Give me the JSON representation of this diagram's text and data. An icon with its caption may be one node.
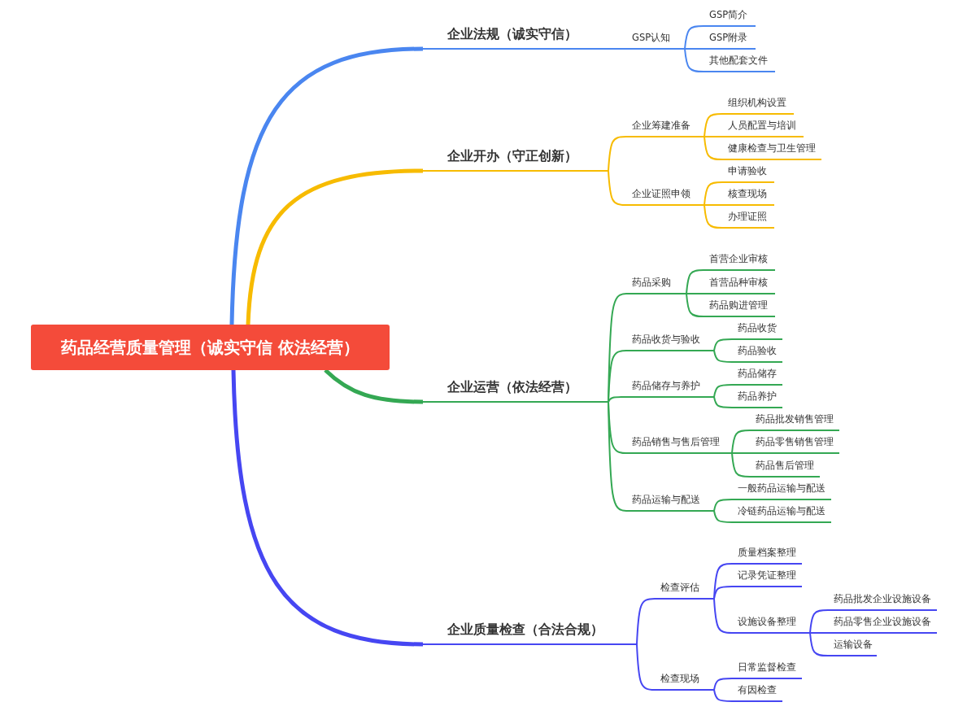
{
  "diagram": {
    "nodes": [
      {
        "text": [
          "药品经营质量管理（诚实守信  依法经营）"
        ]
      },
      {
        "text": [
          "企业法规（诚实守信）"
        ]
      },
      {
        "text": [
          "GSP认知"
        ]
      },
      {
        "text": [
          "GSP简介"
        ]
      },
      {
        "text": [
          "GSP附录"
        ]
      },
      {
        "text": [
          "其他配套文件"
        ]
      },
      {
        "text": [
          "企业开办（守正创新）"
        ]
      },
      {
        "text": [
          "企业筹建准备"
        ]
      },
      {
        "text": [
          "组织机构设置"
        ]
      },
      {
        "text": [
          "人员配置与培训"
        ]
      },
      {
        "text": [
          "健康检查与卫生管理"
        ]
      },
      {
        "text": [
          "企业证照申领"
        ]
      },
      {
        "text": [
          "申请验收"
        ]
      },
      {
        "text": [
          "核查现场"
        ]
      },
      {
        "text": [
          "办理证照"
        ]
      },
      {
        "text": [
          "企业运营（依法经营）"
        ]
      },
      {
        "text": [
          "药品采购"
        ]
      },
      {
        "text": [
          "首营企业审核"
        ]
      },
      {
        "text": [
          "首营品种审核"
        ]
      },
      {
        "text": [
          "药品购进管理"
        ]
      },
      {
        "text": [
          "药品收货与验收"
        ]
      },
      {
        "text": [
          "药品收货"
        ]
      },
      {
        "text": [
          "药品验收"
        ]
      },
      {
        "text": [
          "药品储存与养护"
        ]
      },
      {
        "text": [
          "药品储存"
        ]
      },
      {
        "text": [
          "药品养护"
        ]
      },
      {
        "text": [
          "药品销售与售后管理"
        ]
      },
      {
        "text": [
          "药品批发销售管理"
        ]
      },
      {
        "text": [
          "药品零售销售管理"
        ]
      },
      {
        "text": [
          "药品售后管理"
        ]
      },
      {
        "text": [
          "药品运输与配送"
        ]
      },
      {
        "text": [
          "一般药品运输与配送"
        ]
      },
      {
        "text": [
          "冷链药品运输与配送"
        ]
      },
      {
        "text": [
          "企业质量检查（合法合规）"
        ]
      },
      {
        "text": [
          "检查评估"
        ]
      },
      {
        "text": [
          "质量档案整理"
        ]
      },
      {
        "text": [
          "记录凭证整理"
        ]
      },
      {
        "text": [
          "设施设备整理"
        ]
      },
      {
        "text": [
          "药品批发企业设施设备"
        ]
      },
      {
        "text": [
          "药品零售企业设施设备"
        ]
      },
      {
        "text": [
          "运输设备"
        ]
      },
      {
        "text": [
          "检查现场"
        ]
      },
      {
        "text": [
          "日常监督检查"
        ]
      },
      {
        "text": [
          "有因检查"
        ]
      }
    ],
    "edges": [
      {
        "from": 0,
        "to": 1,
        "arrow": "none",
        "style": "thick",
        "color": "#4a86f0"
      },
      {
        "from": 1,
        "to": 2,
        "arrow": "none",
        "color": "#4a86f0"
      },
      {
        "from": 2,
        "to": 3,
        "arrow": "none",
        "color": "#4a86f0"
      },
      {
        "from": 2,
        "to": 4,
        "arrow": "none",
        "color": "#4a86f0"
      },
      {
        "from": 2,
        "to": 5,
        "arrow": "none",
        "color": "#4a86f0"
      },
      {
        "from": 0,
        "to": 6,
        "arrow": "none",
        "style": "thick",
        "color": "#f7bb00"
      },
      {
        "from": 6,
        "to": 7,
        "arrow": "none",
        "color": "#f7bb00"
      },
      {
        "from": 7,
        "to": 8,
        "arrow": "none",
        "color": "#f7bb00"
      },
      {
        "from": 7,
        "to": 9,
        "arrow": "none",
        "color": "#f7bb00"
      },
      {
        "from": 7,
        "to": 10,
        "arrow": "none",
        "color": "#f7bb00"
      },
      {
        "from": 6,
        "to": 11,
        "arrow": "none",
        "color": "#f7bb00"
      },
      {
        "from": 11,
        "to": 12,
        "arrow": "none",
        "color": "#f7bb00"
      },
      {
        "from": 11,
        "to": 13,
        "arrow": "none",
        "color": "#f7bb00"
      },
      {
        "from": 11,
        "to": 14,
        "arrow": "none",
        "color": "#f7bb00"
      },
      {
        "from": 0,
        "to": 15,
        "arrow": "none",
        "style": "thick"
      },
      {
        "from": 15,
        "to": 16,
        "arrow": "none"
      },
      {
        "from": 16,
        "to": 17,
        "arrow": "none"
      },
      {
        "from": 16,
        "to": 18,
        "arrow": "none"
      },
      {
        "from": 16,
        "to": 19,
        "arrow": "none"
      },
      {
        "from": 15,
        "to": 20,
        "arrow": "none"
      },
      {
        "from": 20,
        "to": 21,
        "arrow": "none"
      },
      {
        "from": 20,
        "to": 22,
        "arrow": "none"
      },
      {
        "from": 15,
        "to": 23,
        "arrow": "none"
      },
      {
        "from": 23,
        "to": 24,
        "arrow": "none"
      },
      {
        "from": 23,
        "to": 25,
        "arrow": "none"
      },
      {
        "from": 15,
        "to": 26,
        "arrow": "none"
      },
      {
        "from": 26,
        "to": 27,
        "arrow": "none"
      },
      {
        "from": 26,
        "to": 28,
        "arrow": "none"
      },
      {
        "from": 26,
        "to": 29,
        "arrow": "none"
      },
      {
        "from": 15,
        "to": 30,
        "arrow": "none"
      },
      {
        "from": 30,
        "to": 31,
        "arrow": "none"
      },
      {
        "from": 30,
        "to": 32,
        "arrow": "none"
      },
      {
        "from": 0,
        "to": 33,
        "arrow": "none",
        "style": "thick",
        "color": "#4646f2"
      },
      {
        "from": 33,
        "to": 34,
        "arrow": "none",
        "color": "#4646f2"
      },
      {
        "from": 34,
        "to": 35,
        "arrow": "none",
        "color": "#4646f2"
      },
      {
        "from": 34,
        "to": 36,
        "arrow": "none",
        "color": "#4646f2"
      },
      {
        "from": 34,
        "to": 37,
        "arrow": "none",
        "color": "#4646f2"
      },
      {
        "from": 37,
        "to": 38,
        "arrow": "none",
        "color": "#4646f2"
      },
      {
        "from": 37,
        "to": 39,
        "arrow": "none",
        "color": "#4646f2"
      },
      {
        "from": 37,
        "to": 40,
        "arrow": "none",
        "color": "#4646f2"
      },
      {
        "from": 33,
        "to": 41,
        "arrow": "none",
        "color": "#4646f2"
      },
      {
        "from": 41,
        "to": 42,
        "arrow": "none",
        "color": "#4646f2"
      },
      {
        "from": 41,
        "to": 43,
        "arrow": "none",
        "color": "#4646f2"
      }
    ]
  }
}
